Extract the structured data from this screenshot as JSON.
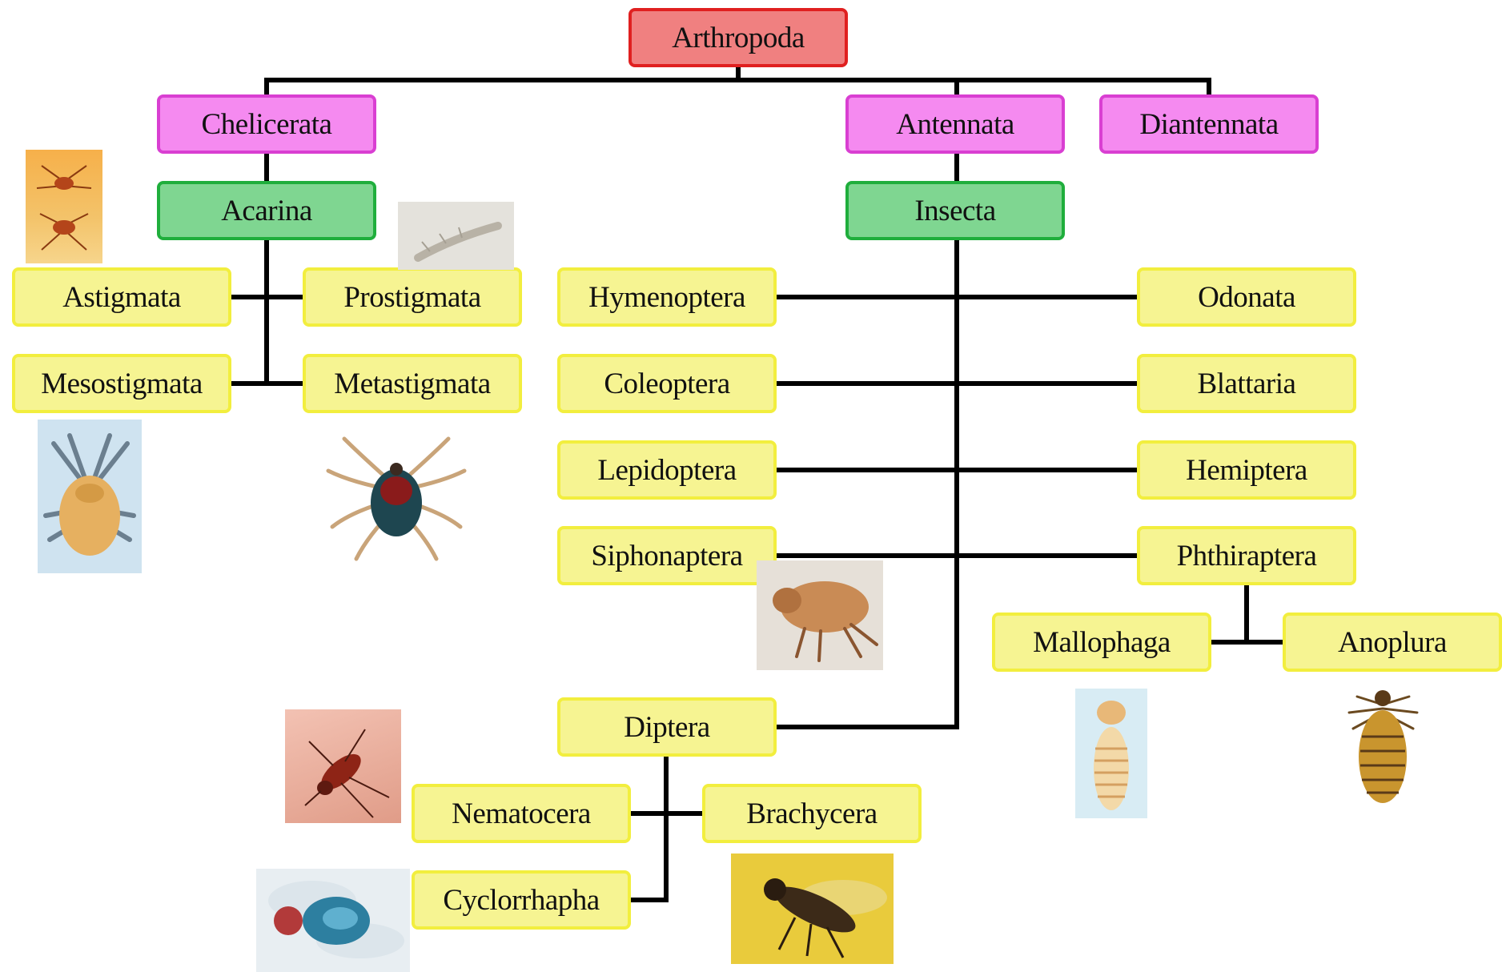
{
  "nodes": {
    "arthropoda": "Arthropoda",
    "chelicerata": "Chelicerata",
    "antennata": "Antennata",
    "diantennata": "Diantennata",
    "acarina": "Acarina",
    "insecta": "Insecta",
    "astigmata": "Astigmata",
    "prostigmata": "Prostigmata",
    "mesostigmata": "Mesostigmata",
    "metastigmata": "Metastigmata",
    "hymenoptera": "Hymenoptera",
    "coleoptera": "Coleoptera",
    "lepidoptera": "Lepidoptera",
    "siphonaptera": "Siphonaptera",
    "odonata": "Odonata",
    "blattaria": "Blattaria",
    "hemiptera": "Hemiptera",
    "phthiraptera": "Phthiraptera",
    "mallophaga": "Mallophaga",
    "anoplura": "Anoplura",
    "diptera": "Diptera",
    "nematocera": "Nematocera",
    "brachycera": "Brachycera",
    "cyclorrhapha": "Cyclorrhapha"
  },
  "colors": {
    "phylum": "#f08080",
    "subphylum": "#f58af0",
    "class": "#7fd691",
    "order": "#f6f492",
    "connector": "#000000"
  },
  "images": [
    "mite-image",
    "prostigmata-mite-image",
    "mesostigmata-mite-image",
    "tick-image",
    "flea-image",
    "mosquito-image",
    "blowfly-image",
    "horsefly-image",
    "chewing-louse-image",
    "sucking-louse-image"
  ]
}
